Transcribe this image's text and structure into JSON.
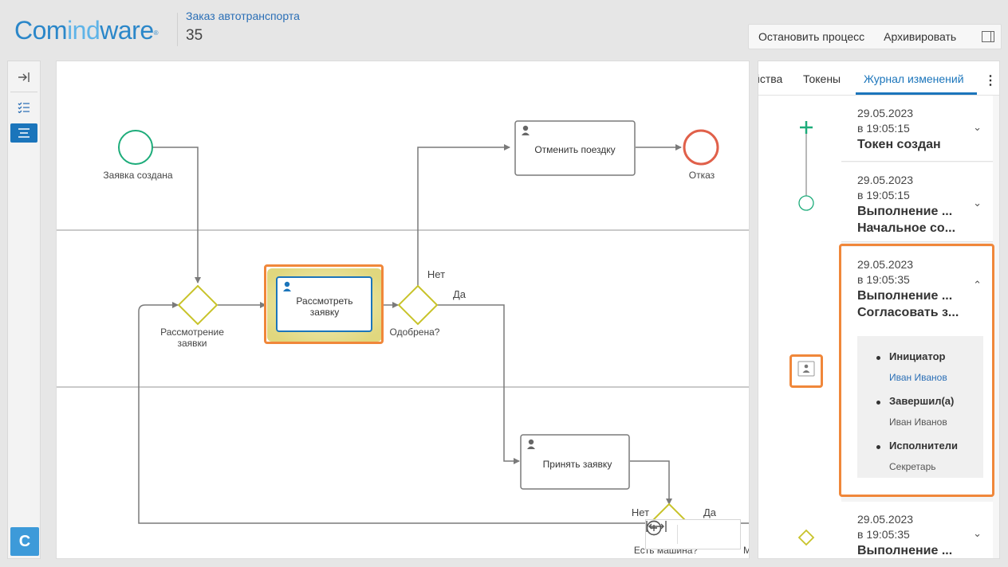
{
  "header": {
    "logo_part1": "Com",
    "logo_part2": "ind",
    "logo_part3": "ware",
    "logo_reg": "®",
    "process_link": "Заказ автотранспорта",
    "process_number": "35",
    "actions": [
      "Остановить процесс",
      "Архивировать"
    ]
  },
  "rail": {
    "badge": "C"
  },
  "diagram": {
    "nodes": {
      "start_label": "Заявка создана",
      "task_cancel": "Отменить поездку",
      "end_label": "Отказ",
      "gw_review_label1": "Рассмотрение",
      "gw_review_label2": "заявки",
      "task_review1": "Рассмотреть",
      "task_review2": "заявку",
      "gw_approved_label": "Одобрена?",
      "gw_approved_no": "Нет",
      "gw_approved_yes": "Да",
      "task_accept": "Принять заявку",
      "gw_car_no": "Нет",
      "gw_car_yes": "Да",
      "gw_car_label": "Есть машина?",
      "cut_label": "М"
    }
  },
  "tabs": {
    "items": [
      "йства",
      "Токены",
      "Журнал изменений"
    ],
    "active": 2
  },
  "log": {
    "entries": [
      {
        "date": "29.05.2023",
        "time": "в 19:05:15",
        "title1": "Токен создан",
        "title2": ""
      },
      {
        "date": "29.05.2023",
        "time": "в 19:05:15",
        "title1": "Выполнение ...",
        "title2": "Начальное со..."
      },
      {
        "date": "29.05.2023",
        "time": "в 19:05:35",
        "title1": "Выполнение ...",
        "title2": "Согласовать з..."
      },
      {
        "date": "29.05.2023",
        "time": "в 19:05:35",
        "title1": "Выполнение ...",
        "title2": ""
      }
    ],
    "details": {
      "initiator_label": "Инициатор",
      "initiator_value": "Иван Иванов",
      "completed_label": "Завершил(а)",
      "completed_value": "Иван Иванов",
      "executors_label": "Исполнители",
      "executors_value": "Секретарь"
    }
  },
  "colors": {
    "accent": "#1b75bb",
    "highlight": "#f0873a",
    "start_event": "#1dac7a",
    "end_event": "#e0604a",
    "gateway": "#c8c32a",
    "active_task_glow": "#e9e29a"
  }
}
